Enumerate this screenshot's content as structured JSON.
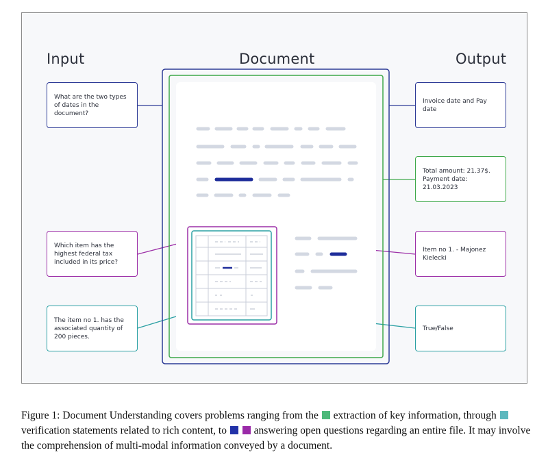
{
  "headings": {
    "input": "Input",
    "document": "Document",
    "output": "Output"
  },
  "inputs": [
    {
      "text": "What are the two types of dates in the document?"
    },
    {
      "text": "Which item has the highest federal tax included in its price?"
    },
    {
      "text": "The item no 1. has the associated quantity of 200 pieces."
    }
  ],
  "outputs": [
    {
      "text": "Invoice date and Pay date"
    },
    {
      "text": "Total amount: 21.37$. Payment date: 21.03.2023"
    },
    {
      "text": "Item no 1. - Majonez Kielecki"
    },
    {
      "text": "True/False"
    }
  ],
  "colors": {
    "navy": "#2c3a96",
    "green": "#3ea84a",
    "purple": "#9c2fa7",
    "teal": "#2aa0a3",
    "placeholder": "#d3d8e2",
    "highlight": "#1e2d9a"
  },
  "caption": {
    "part1": "Figure 1: Document Understanding covers problems ranging from the",
    "part2": "extraction of key information, through",
    "part3": "verification statements related to rich content, to",
    "part4": "answering open questions regarding an entire file. It may involve the comprehension of multi-modal information conveyed by a document."
  },
  "legend_colors": {
    "extraction": "#4cb97a",
    "verification": "#5cb8be",
    "answering_1": "#2232a8",
    "answering_2": "#9a2aa8"
  }
}
